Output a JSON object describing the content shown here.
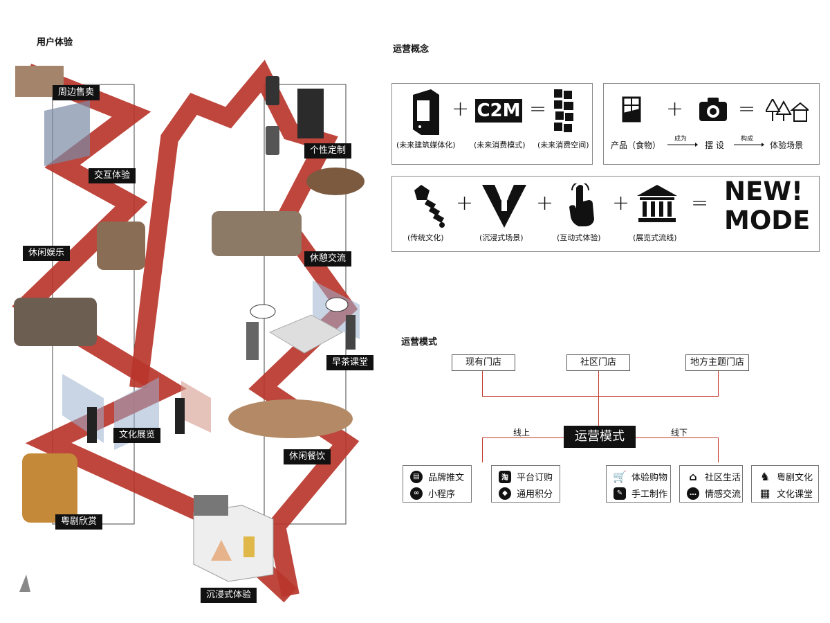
{
  "left": {
    "title": "用户体验",
    "labels": {
      "surrounding_sales": "周边售卖",
      "interactive": "交互体验",
      "custom": "个性定制",
      "leisure_ent": "休闲娱乐",
      "rest_talk": "休憩交流",
      "tea_class": "早茶课堂",
      "culture_exhibit": "文化展览",
      "leisure_dining": "休闲餐饮",
      "opera": "粤剧欣赏",
      "immersive": "沉浸式体验"
    }
  },
  "concept": {
    "title": "运营概念",
    "box1": {
      "label1": "(未来建筑媒体化)",
      "c2m": "C2M",
      "label2": "(未来消费模式)",
      "label3": "(未来消费空间)"
    },
    "box2": {
      "label1": "产品（食物）",
      "arrow1": "成为",
      "label2": "摆  设",
      "arrow2": "构成",
      "label3": "体验场景"
    },
    "box3": {
      "label1": "(传统文化)",
      "label2": "(沉浸式场景)",
      "label3": "(互动式体验)",
      "label4": "(展览式流线)",
      "new1": "NEW!",
      "new2": "MODE"
    },
    "plus": "+",
    "equals": "="
  },
  "mode": {
    "title": "运营模式",
    "stores": [
      "现有门店",
      "社区门店",
      "地方主题门店"
    ],
    "center": "运营模式",
    "online": "线上",
    "offline": "线下",
    "groups": [
      {
        "items": [
          {
            "label": "品牌推文",
            "icon": "doc-icon"
          },
          {
            "label": "小程序",
            "icon": "miniapp-icon"
          }
        ]
      },
      {
        "items": [
          {
            "label": "平台订购",
            "icon": "taobao-icon",
            "glyph": "淘"
          },
          {
            "label": "通用积分",
            "icon": "tag-icon"
          }
        ]
      },
      {
        "items": [
          {
            "label": "体验购物",
            "icon": "cart-icon"
          },
          {
            "label": "手工制作",
            "icon": "craft-icon"
          }
        ]
      },
      {
        "items": [
          {
            "label": "社区生活",
            "icon": "houses-icon"
          },
          {
            "label": "情感交流",
            "icon": "chat-icon"
          }
        ]
      },
      {
        "items": [
          {
            "label": "粤剧文化",
            "icon": "performer-icon"
          },
          {
            "label": "文化课堂",
            "icon": "classroom-icon"
          }
        ]
      }
    ]
  },
  "colors": {
    "ribbon": "#b8362b",
    "ink": "#111111"
  }
}
